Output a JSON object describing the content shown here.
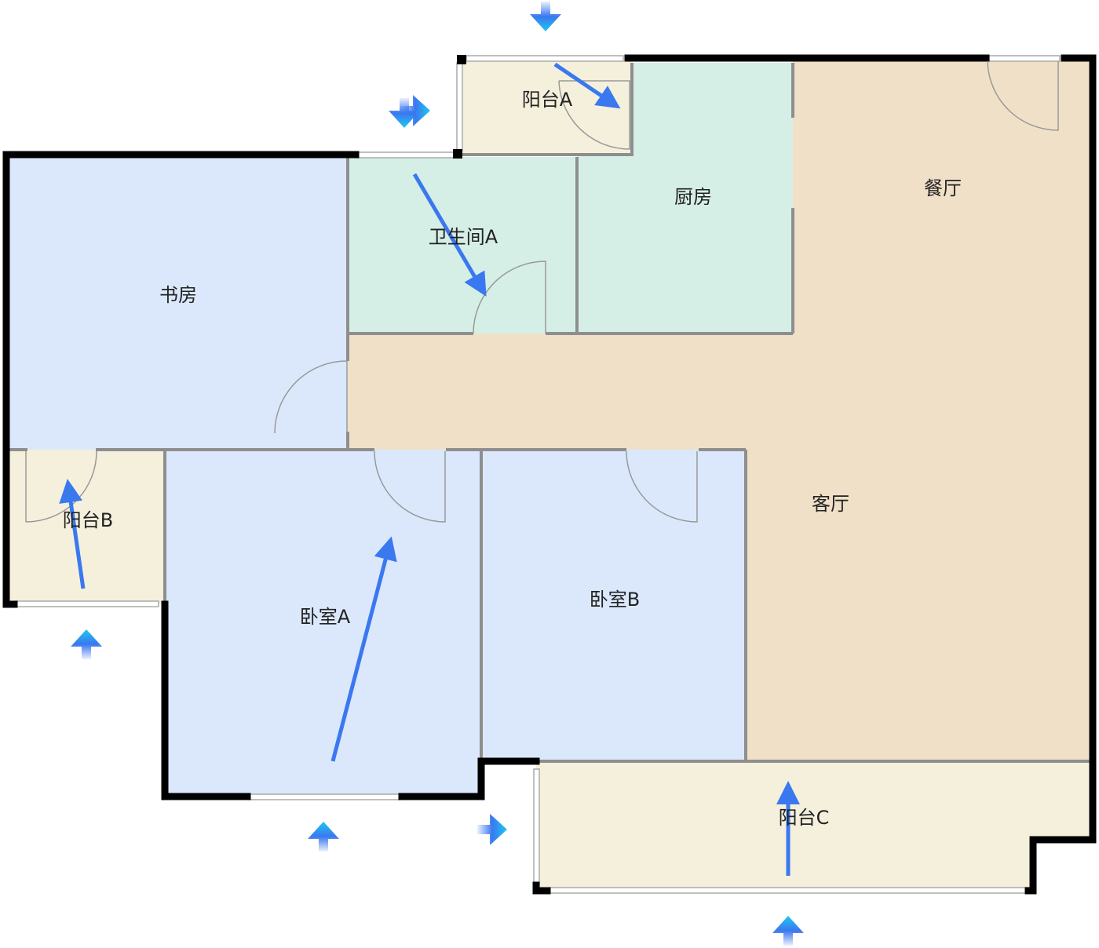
{
  "rooms": {
    "study": "书房",
    "bathroom_a": "卫生间A",
    "kitchen": "厨房",
    "balcony_a": "阳台A",
    "dining": "餐厅",
    "living": "客厅",
    "balcony_b": "阳台B",
    "bedroom_a": "卧室A",
    "bedroom_b": "卧室B",
    "balcony_c": "阳台C"
  },
  "colors": {
    "bedroom": "#dbe8fc",
    "wet": "#d5efe6",
    "living": "#f1e0c8",
    "balcony": "#f4f0dc",
    "arrow": "#3a78f0"
  }
}
